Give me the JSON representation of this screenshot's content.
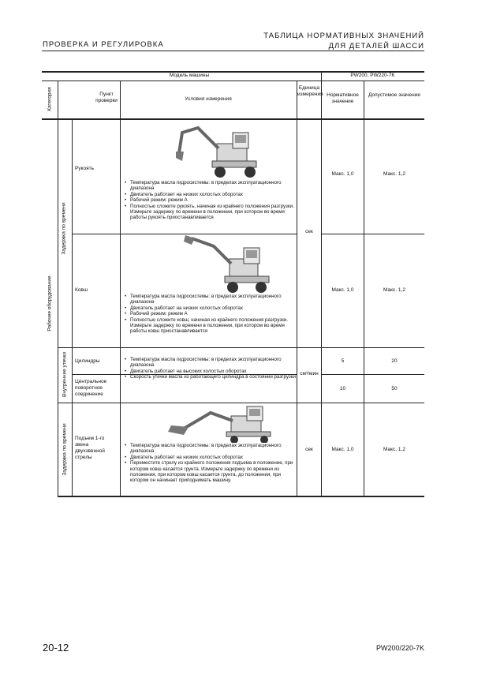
{
  "header": {
    "left": "ПРОВЕРКА И РЕГУЛИРОВКА",
    "right_line1": "ТАБЛИЦА НОРМАТИВНЫХ ЗНАЧЕНИЙ",
    "right_line2": "ДЛЯ ДЕТАЛЕЙ ШАССИ"
  },
  "table": {
    "model_label": "Модель машины",
    "model_value": "PW200, PW220-7K",
    "col_category": "Категория",
    "col_item": "Пункт проверки",
    "col_conditions": "Условия измерения",
    "col_unit": "Единица измерения",
    "col_nominal": "Нормативное значение",
    "col_allowed": "Допустимое значение",
    "cat_main": "Рабочее оборудование",
    "group1": "Задержка по времени",
    "group2": "Внутренние утечки",
    "group3": "Задержка по времени",
    "rows": [
      {
        "item": "Рукоять",
        "conditions": [
          "Температура масла гидросистемы: в пределах эксплуатационного диапазона",
          "Двигатель работает на низких холостых оборотах",
          "Рабочий режим: режим A",
          "Полностью сложите рукоять, начиная из крайнего положения разгрузки. Измерьте задержку по времени в положении, при котором во время работы рукоять приостанавливается"
        ],
        "nominal": "Макс. 1,0",
        "allowed": "Макс. 1,2"
      },
      {
        "item": "Ковш",
        "conditions": [
          "Температура масла гидросистемы: в пределах эксплуатационного диапазона",
          "Двигатель работает на низких холостых оборотах",
          "Рабочий режим: режим A",
          "Полностью сложите ковш, начиная из крайнего положения разгрузки. Измерьте задержку по времени в положении, при котором во время работы ковш приостанавливается"
        ],
        "nominal": "Макс. 1,0",
        "allowed": "Макс. 1,2"
      },
      {
        "item": "Цилиндры",
        "nominal": "5",
        "allowed": "20"
      },
      {
        "item": "Центральное поворотное соединение",
        "nominal": "10",
        "allowed": "50"
      },
      {
        "item": "Подъем 1-го звена двухзвенной стрелы",
        "conditions": [
          "Температура масла гидросистемы: в пределах эксплуатационного диапазона",
          "Двигатель работает на низких холостых оборотах",
          "Переместите стрелу из крайнего положения подъема в положение, при котором ковш касается грунта. Измерьте задержку по времени из положения, при котором ковш касается грунта, до положения, при котором он начинает приподнимать машину."
        ],
        "unit": "сек",
        "nominal": "Макс. 1,0",
        "allowed": "Макс. 1,2"
      }
    ],
    "leak_conditions": [
      "Температура масла гидросистемы: в пределах эксплуатационного диапазона",
      "Двигатель работает на высоких холостых оборотах",
      "Скорость утечки масла из работающего цилиндра в состоянии разгрузки"
    ],
    "unit_sec": "сек",
    "unit_leak": "см³/мин"
  },
  "footer": {
    "page": "20-12",
    "model": "PW200/220-7K"
  }
}
